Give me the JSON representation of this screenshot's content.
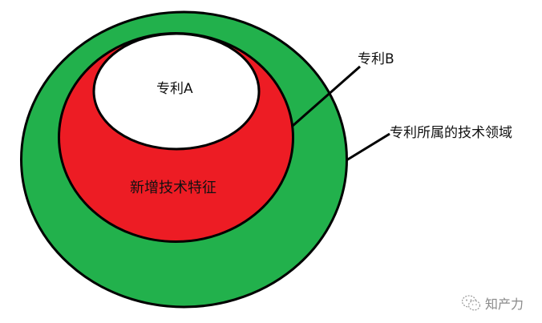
{
  "diagram": {
    "type": "nested-ellipses",
    "colors": {
      "outer_fill": "#22b14c",
      "middle_fill": "#ed1c24",
      "inner_fill": "#ffffff",
      "stroke": "#000000",
      "label": "#111111",
      "watermark": "#8a8a8a"
    },
    "regions": {
      "outer": {
        "label": "专利所属的技术领域"
      },
      "middle": {
        "label": "专利B"
      },
      "middle_body": {
        "label": "新增技术特征"
      },
      "inner": {
        "label": "专利A"
      }
    }
  },
  "watermark": {
    "icon": "wechat-icon",
    "text": "知产力"
  }
}
